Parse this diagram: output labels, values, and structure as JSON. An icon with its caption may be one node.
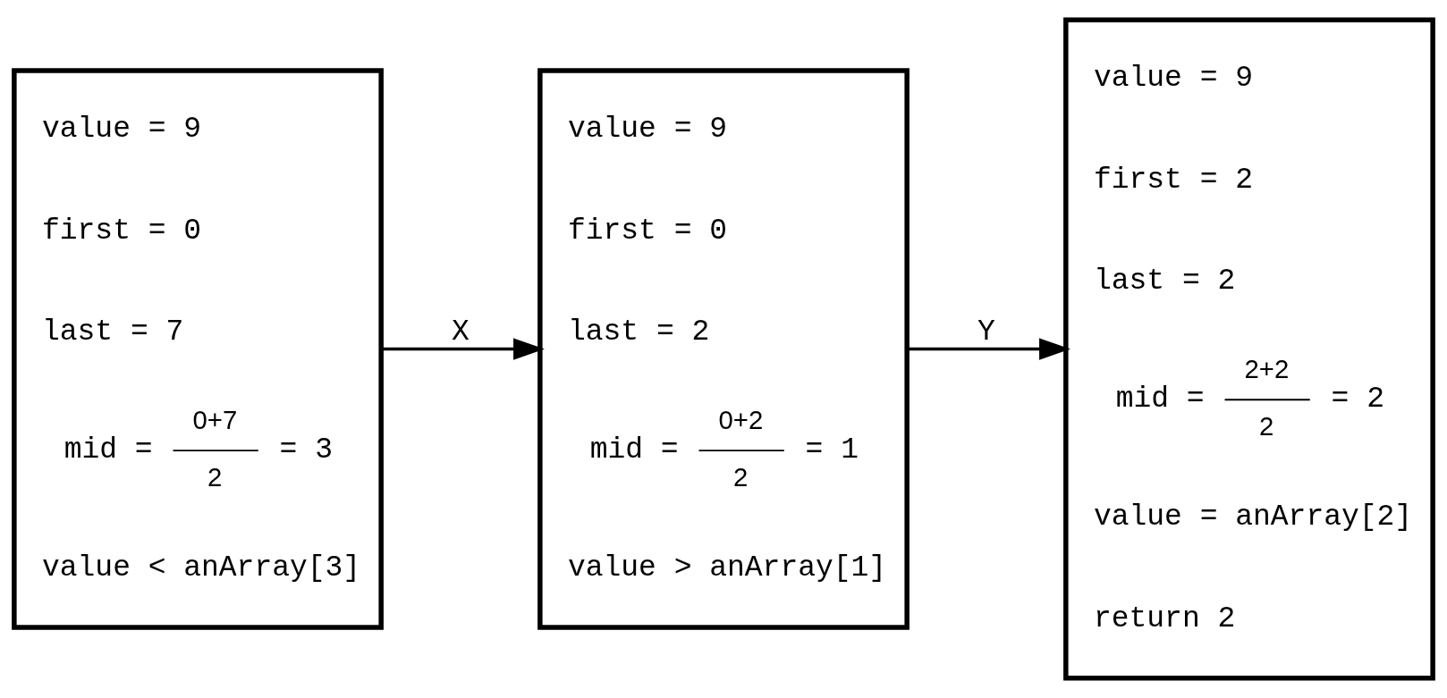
{
  "diagram": {
    "nodes": [
      {
        "text": [
          "value = 9",
          "first = 0",
          "last = 7",
          "mid =",
          "0+7",
          "2",
          "= 3",
          "value < anArray[3]"
        ]
      },
      {
        "text": [
          "value = 9",
          "first = 0",
          "last = 2",
          "mid =",
          "0+2",
          "2",
          "= 1",
          "value > anArray[1]"
        ]
      },
      {
        "text": [
          "value = 9",
          "first = 2",
          "last = 2",
          "mid =",
          "2+2",
          "2",
          "= 2",
          "value = anArray[2]",
          "return 2"
        ]
      }
    ],
    "edges": [
      {
        "from": 0,
        "to": 1,
        "arrow": "to",
        "label": "X"
      },
      {
        "from": 1,
        "to": 2,
        "arrow": "to",
        "label": "Y"
      }
    ]
  }
}
